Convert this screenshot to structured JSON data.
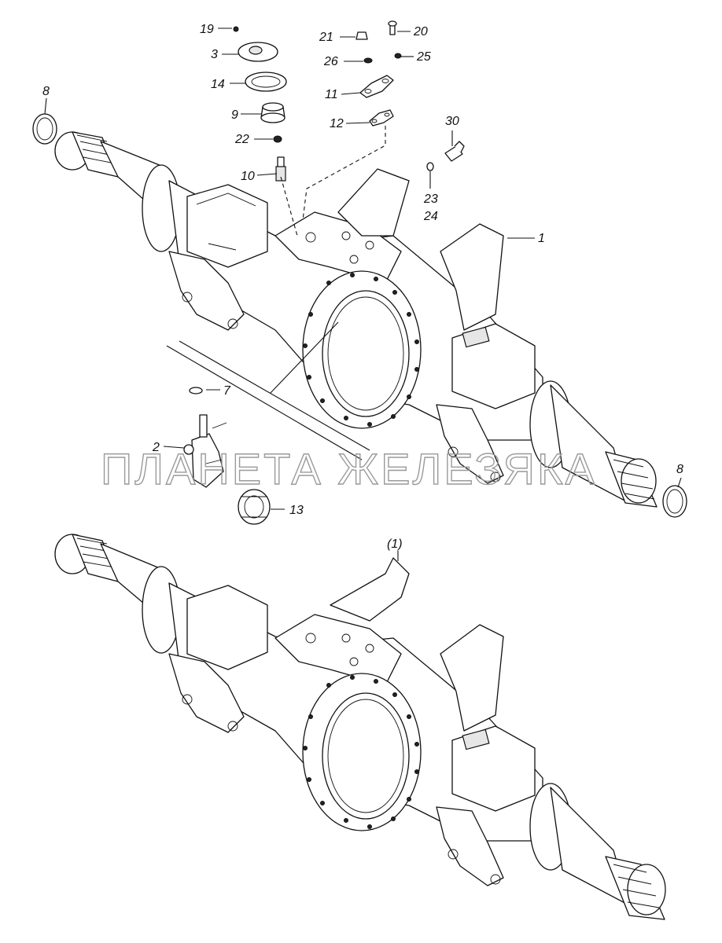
{
  "watermark": "ПЛАНЕТА ЖЕЛЕЗЯКА",
  "callouts": {
    "c1": "1",
    "c2": "2",
    "c3": "3",
    "c7": "7",
    "c8a": "8",
    "c8b": "8",
    "c9": "9",
    "c10": "10",
    "c11": "11",
    "c12": "12",
    "c13": "13",
    "c14": "14",
    "c19": "19",
    "c20": "20",
    "c21": "21",
    "c22": "22",
    "c23": "23",
    "c24": "24",
    "c25": "25",
    "c26": "26",
    "c30": "30",
    "c1ref": "(1)"
  }
}
